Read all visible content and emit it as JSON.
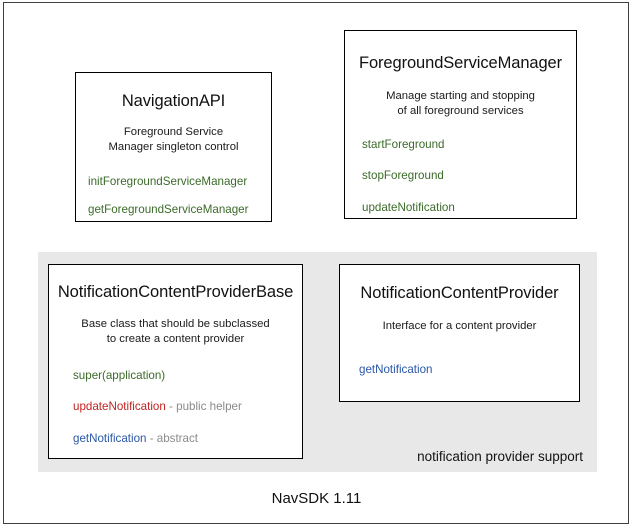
{
  "diagram": {
    "caption": "NavSDK 1.11",
    "group_panel": {
      "label": "notification provider support"
    },
    "colors": {
      "green": "#3b6b29",
      "red": "#c32222",
      "blue": "#2a57a8",
      "note_gray": "#8a8a8a",
      "panel_bg": "#e8e8e8",
      "frame_border": "#3f3f3f",
      "box_border": "#000000"
    },
    "boxes": [
      {
        "id": "navigation-api",
        "title": "NavigationAPI",
        "description_lines": [
          "Foreground Service",
          "Manager singleton control"
        ],
        "members": [
          {
            "name": "initForegroundServiceManager",
            "color": "green",
            "note": ""
          },
          {
            "name": "getForegroundServiceManager",
            "color": "green",
            "note": ""
          }
        ]
      },
      {
        "id": "foreground-service-manager",
        "title": "ForegroundServiceManager",
        "description_lines": [
          "Manage starting and stopping",
          "of all foreground services"
        ],
        "members": [
          {
            "name": "startForeground",
            "color": "green",
            "note": ""
          },
          {
            "name": "stopForeground",
            "color": "green",
            "note": ""
          },
          {
            "name": "updateNotification",
            "color": "green",
            "note": ""
          }
        ]
      },
      {
        "id": "notification-content-provider-base",
        "title": "NotificationContentProviderBase",
        "description_lines": [
          "Base class that should be subclassed",
          "to create a content provider"
        ],
        "members": [
          {
            "name": "super(application)",
            "color": "green",
            "note": ""
          },
          {
            "name": "updateNotification",
            "color": "red",
            "note": " - public helper"
          },
          {
            "name": "getNotification",
            "color": "blue",
            "note": " - abstract"
          }
        ]
      },
      {
        "id": "notification-content-provider",
        "title": "NotificationContentProvider",
        "description_lines": [
          "Interface for a content provider"
        ],
        "members": [
          {
            "name": "getNotification",
            "color": "blue",
            "note": ""
          }
        ]
      }
    ]
  }
}
